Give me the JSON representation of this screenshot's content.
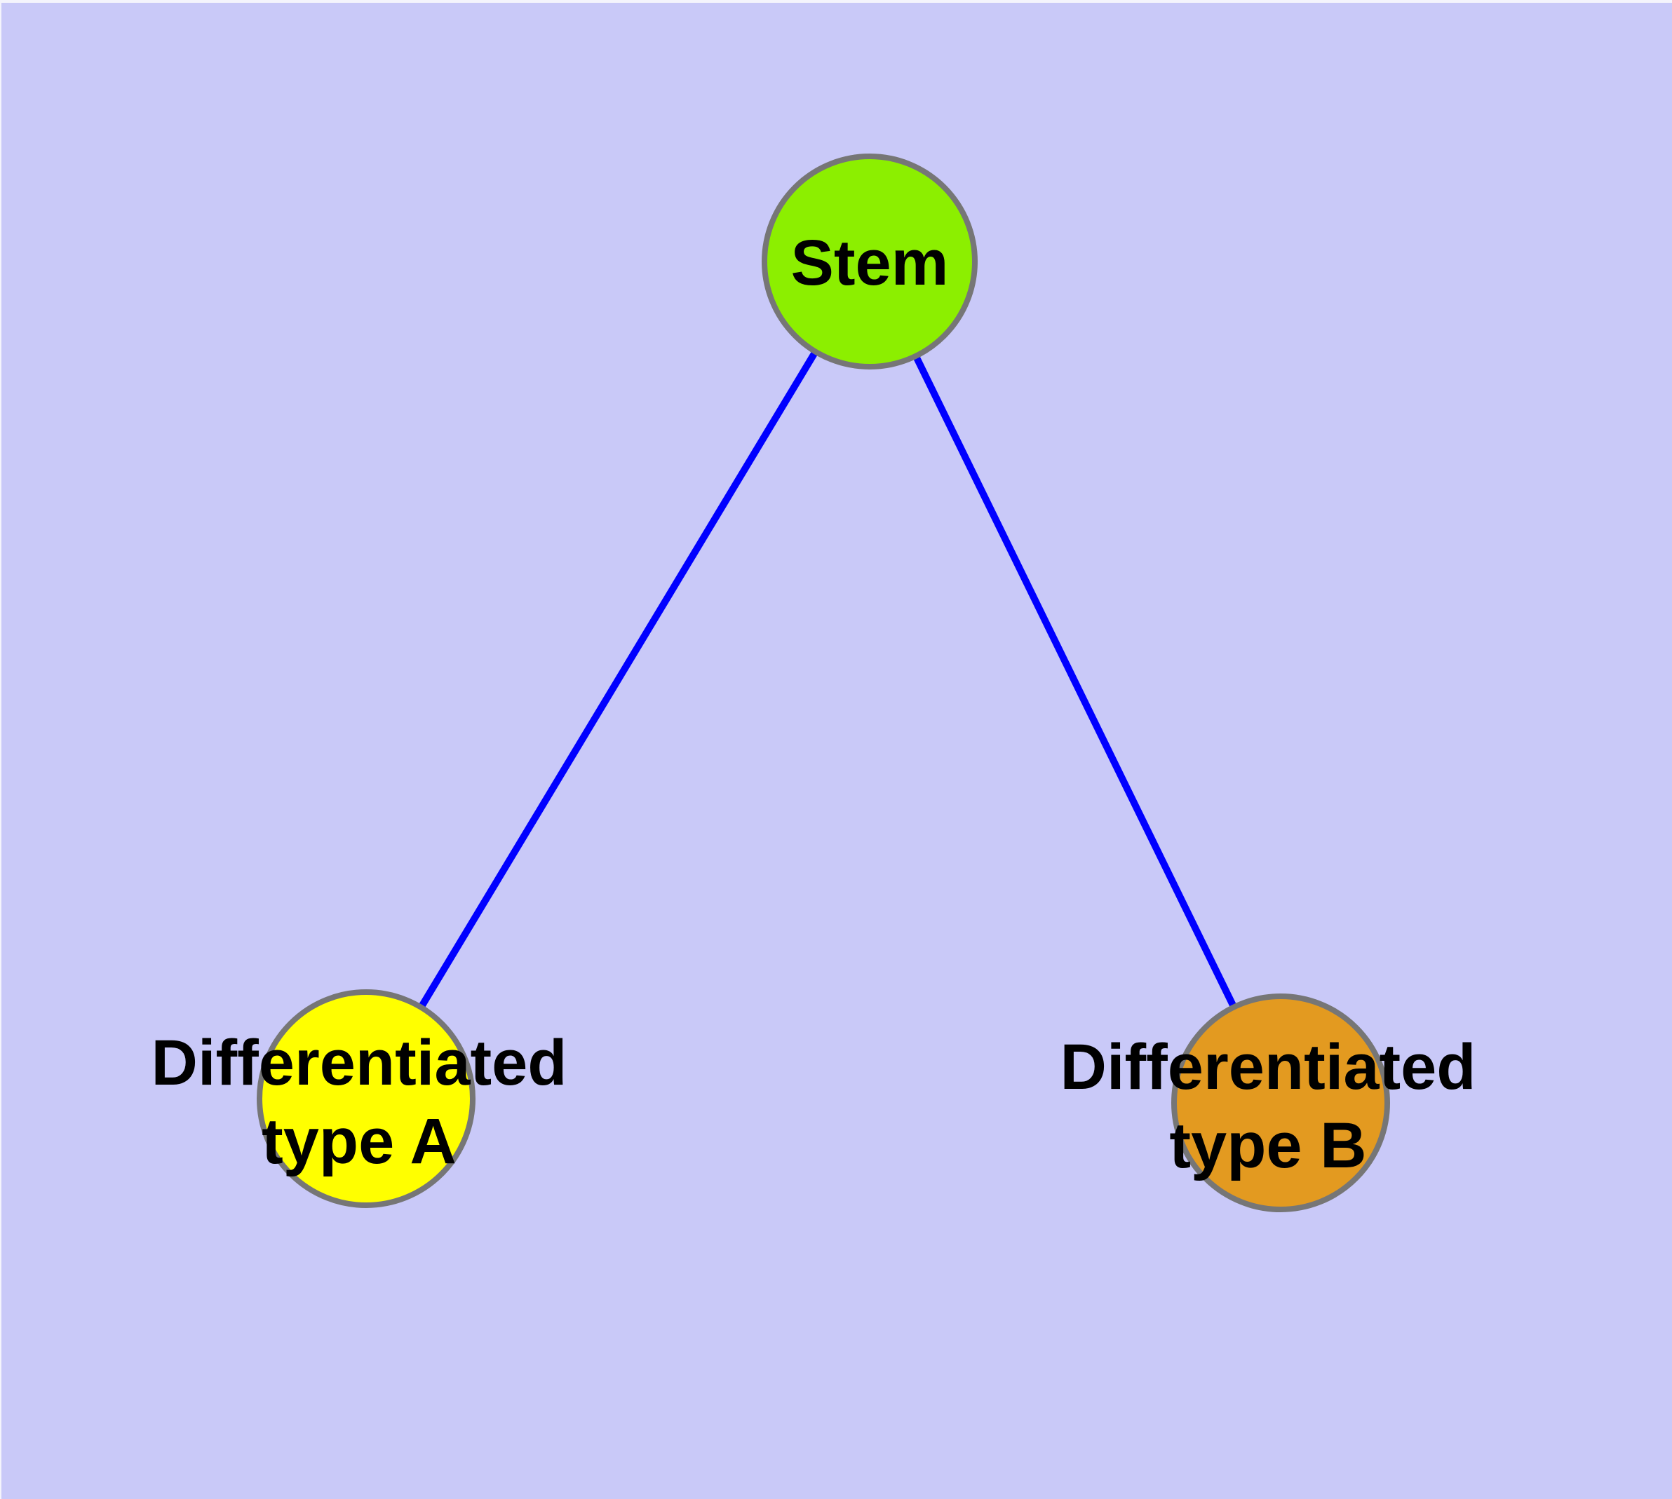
{
  "canvas": {
    "background_color": "#C9C9F8",
    "margin_color": "#F4F4FC"
  },
  "diagram": {
    "type": "graph",
    "description": "Stem cell differentiation tree with one root node and two child nodes connected by plain blue edges",
    "node_border_color": "#767676",
    "edge_color": "#0000FF",
    "text_color": "#000000",
    "nodes": [
      {
        "id": "stem",
        "label": "Stem",
        "fill": "#8CEF00"
      },
      {
        "id": "typeA",
        "label": "Differentiated\ntype A",
        "fill": "#FFFF00"
      },
      {
        "id": "typeB",
        "label": "Differentiated\ntype B",
        "fill": "#E39A20"
      }
    ],
    "edges": [
      {
        "from": "stem",
        "to": "typeA"
      },
      {
        "from": "stem",
        "to": "typeB"
      }
    ]
  }
}
